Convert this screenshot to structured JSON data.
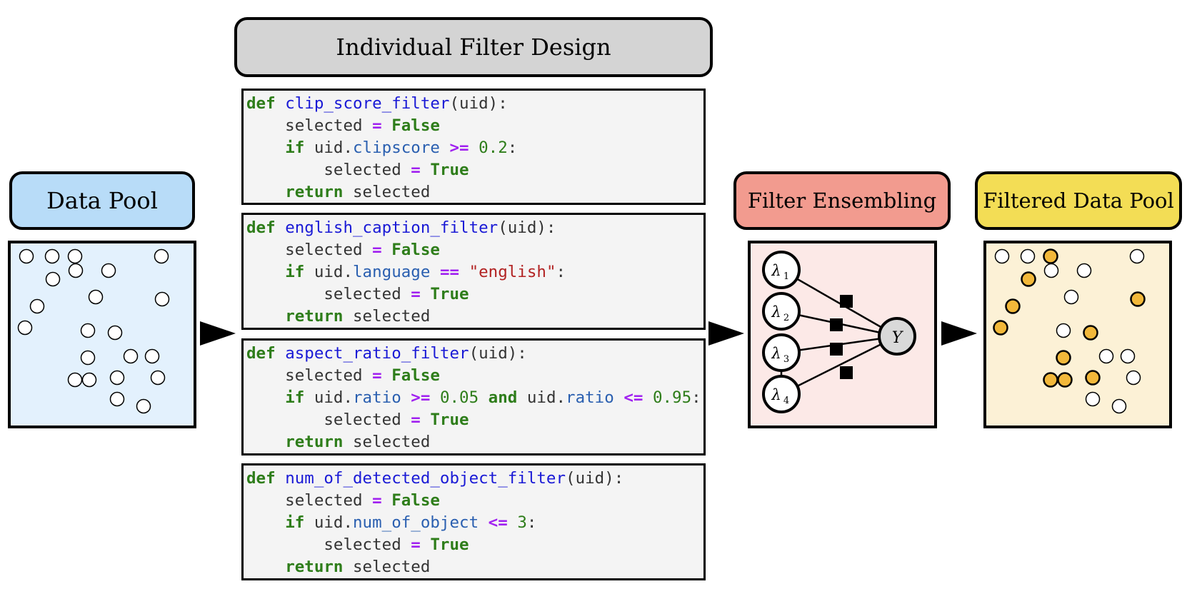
{
  "headers": {
    "data_pool": "Data Pool",
    "filter_design": "Individual Filter Design",
    "ensembling": "Filter Ensembling",
    "filtered_pool": "Filtered Data Pool"
  },
  "colors": {
    "data_pool_header": "#b8dcf8",
    "data_pool_bg": "#e3f1fd",
    "filter_design_header": "#d4d4d4",
    "ensembling_header": "#f29b8f",
    "ensembling_bg": "#fce9e7",
    "filtered_header": "#f3dd55",
    "filtered_bg": "#fcf1d6",
    "selected_dot": "#f2b83a"
  },
  "code_blocks": [
    {
      "lines": [
        [
          [
            "kw",
            "def"
          ],
          [
            "t",
            " "
          ],
          [
            "fn",
            "clip_score_filter"
          ],
          [
            "t",
            "(uid):"
          ]
        ],
        [
          [
            "t",
            "    selected "
          ],
          [
            "op",
            "="
          ],
          [
            "t",
            " "
          ],
          [
            "lit",
            "False"
          ]
        ],
        [
          [
            "t",
            "    "
          ],
          [
            "kw",
            "if"
          ],
          [
            "t",
            " uid."
          ],
          [
            "attr",
            "clipscore"
          ],
          [
            "t",
            " "
          ],
          [
            "op",
            ">="
          ],
          [
            "t",
            " "
          ],
          [
            "num",
            "0.2"
          ],
          [
            "t",
            ":"
          ]
        ],
        [
          [
            "t",
            "        selected "
          ],
          [
            "op",
            "="
          ],
          [
            "t",
            " "
          ],
          [
            "lit",
            "True"
          ]
        ],
        [
          [
            "t",
            "    "
          ],
          [
            "kw",
            "return"
          ],
          [
            "t",
            " selected"
          ]
        ]
      ]
    },
    {
      "lines": [
        [
          [
            "kw",
            "def"
          ],
          [
            "t",
            " "
          ],
          [
            "fn",
            "english_caption_filter"
          ],
          [
            "t",
            "(uid):"
          ]
        ],
        [
          [
            "t",
            "    selected "
          ],
          [
            "op",
            "="
          ],
          [
            "t",
            " "
          ],
          [
            "lit",
            "False"
          ]
        ],
        [
          [
            "t",
            "    "
          ],
          [
            "kw",
            "if"
          ],
          [
            "t",
            " uid."
          ],
          [
            "attr",
            "language"
          ],
          [
            "t",
            " "
          ],
          [
            "op",
            "=="
          ],
          [
            "t",
            " "
          ],
          [
            "str",
            "\"english\""
          ],
          [
            "t",
            ":"
          ]
        ],
        [
          [
            "t",
            "        selected "
          ],
          [
            "op",
            "="
          ],
          [
            "t",
            " "
          ],
          [
            "lit",
            "True"
          ]
        ],
        [
          [
            "t",
            "    "
          ],
          [
            "kw",
            "return"
          ],
          [
            "t",
            " selected"
          ]
        ]
      ]
    },
    {
      "lines": [
        [
          [
            "kw",
            "def"
          ],
          [
            "t",
            " "
          ],
          [
            "fn",
            "aspect_ratio_filter"
          ],
          [
            "t",
            "(uid):"
          ]
        ],
        [
          [
            "t",
            "    selected "
          ],
          [
            "op",
            "="
          ],
          [
            "t",
            " "
          ],
          [
            "lit",
            "False"
          ]
        ],
        [
          [
            "t",
            "    "
          ],
          [
            "kw",
            "if"
          ],
          [
            "t",
            " uid."
          ],
          [
            "attr",
            "ratio"
          ],
          [
            "t",
            " "
          ],
          [
            "op",
            ">="
          ],
          [
            "t",
            " "
          ],
          [
            "num",
            "0.05"
          ],
          [
            "t",
            " "
          ],
          [
            "kw",
            "and"
          ],
          [
            "t",
            " uid."
          ],
          [
            "attr",
            "ratio"
          ],
          [
            "t",
            " "
          ],
          [
            "op",
            "<="
          ],
          [
            "t",
            " "
          ],
          [
            "num",
            "0.95"
          ],
          [
            "t",
            ":"
          ]
        ],
        [
          [
            "t",
            "        selected "
          ],
          [
            "op",
            "="
          ],
          [
            "t",
            " "
          ],
          [
            "lit",
            "True"
          ]
        ],
        [
          [
            "t",
            "    "
          ],
          [
            "kw",
            "return"
          ],
          [
            "t",
            " selected"
          ]
        ]
      ]
    },
    {
      "lines": [
        [
          [
            "kw",
            "def"
          ],
          [
            "t",
            " "
          ],
          [
            "fn",
            "num_of_detected_object_filter"
          ],
          [
            "t",
            "(uid):"
          ]
        ],
        [
          [
            "t",
            "    selected "
          ],
          [
            "op",
            "="
          ],
          [
            "t",
            " "
          ],
          [
            "lit",
            "False"
          ]
        ],
        [
          [
            "t",
            "    "
          ],
          [
            "kw",
            "if"
          ],
          [
            "t",
            " uid."
          ],
          [
            "attr",
            "num_of_object"
          ],
          [
            "t",
            " "
          ],
          [
            "op",
            "<="
          ],
          [
            "t",
            " "
          ],
          [
            "num",
            "3"
          ],
          [
            "t",
            ":"
          ]
        ],
        [
          [
            "t",
            "        selected "
          ],
          [
            "op",
            "="
          ],
          [
            "t",
            " "
          ],
          [
            "lit",
            "True"
          ]
        ],
        [
          [
            "t",
            "    "
          ],
          [
            "kw",
            "return"
          ],
          [
            "t",
            " selected"
          ]
        ]
      ]
    }
  ],
  "graph": {
    "inputs": [
      {
        "symbol": "λ",
        "sub": "1"
      },
      {
        "symbol": "λ",
        "sub": "2"
      },
      {
        "symbol": "λ",
        "sub": "3"
      },
      {
        "symbol": "λ",
        "sub": "4"
      }
    ],
    "output": "Y"
  },
  "pool_points_selected": [
    false,
    false,
    false,
    false,
    false,
    false,
    false,
    false,
    false,
    false,
    false,
    false,
    false,
    false,
    false,
    false,
    false,
    false,
    false,
    false,
    false,
    false
  ],
  "filtered_points_selected": [
    false,
    false,
    true,
    false,
    true,
    false,
    false,
    true,
    false,
    true,
    true,
    false,
    true,
    true,
    false,
    false,
    true,
    true,
    false,
    false,
    false,
    true
  ]
}
